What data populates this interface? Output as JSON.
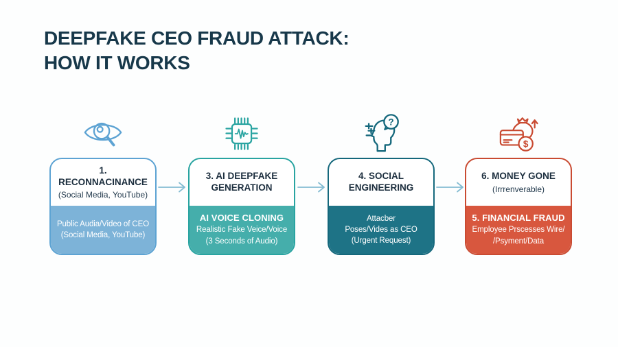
{
  "title": {
    "line1": "DEEPFAKE CEO FRAUD ATTACK:",
    "line2": "HOW IT WORKS"
  },
  "colors": {
    "background": "#fdfefe",
    "title_text": "#17384a",
    "arrow": "#84bcd2"
  },
  "steps": [
    {
      "icon": "eye-magnifier-icon",
      "accent": "#5da3d3",
      "fill": "#7db3d8",
      "heading": "1. RECONNACINANCE",
      "subheading": "(Social Media, YouTube)",
      "body_strong": "",
      "body_lines": [
        "Public Audia/Video of CEO",
        "(Social Media, YouTube)",
        ""
      ]
    },
    {
      "icon": "chip-waveform-icon",
      "accent": "#29a4a1",
      "fill": "#45aeab",
      "heading": "3. AI DEEPFAKE GENERATION",
      "subheading": "",
      "body_strong": "AI VOICE CLONING",
      "body_lines": [
        "Realistic Fake Veice/Voice",
        "(3 Seconds of Audio)",
        ""
      ]
    },
    {
      "icon": "head-question-icon",
      "icon_glyph": "?",
      "accent": "#15687c",
      "fill": "#1e7386",
      "heading": "4. SOCIAL ENGINEERING",
      "subheading": "",
      "body_strong": "",
      "body_lines": [
        "Attacber",
        "Poses/Vides as CEO",
        "(Urgent Request)"
      ]
    },
    {
      "icon": "money-bag-card-icon",
      "icon_glyph": "$",
      "accent": "#c94b32",
      "fill": "#d8573e",
      "heading": "6. MONEY GONE",
      "subheading": "(Irrrenverable)",
      "body_strong": "5. FINANCIAL FRAUD",
      "body_lines": [
        "Employee Prscesses Wire/",
        "/Psyment/Data",
        ""
      ]
    }
  ]
}
